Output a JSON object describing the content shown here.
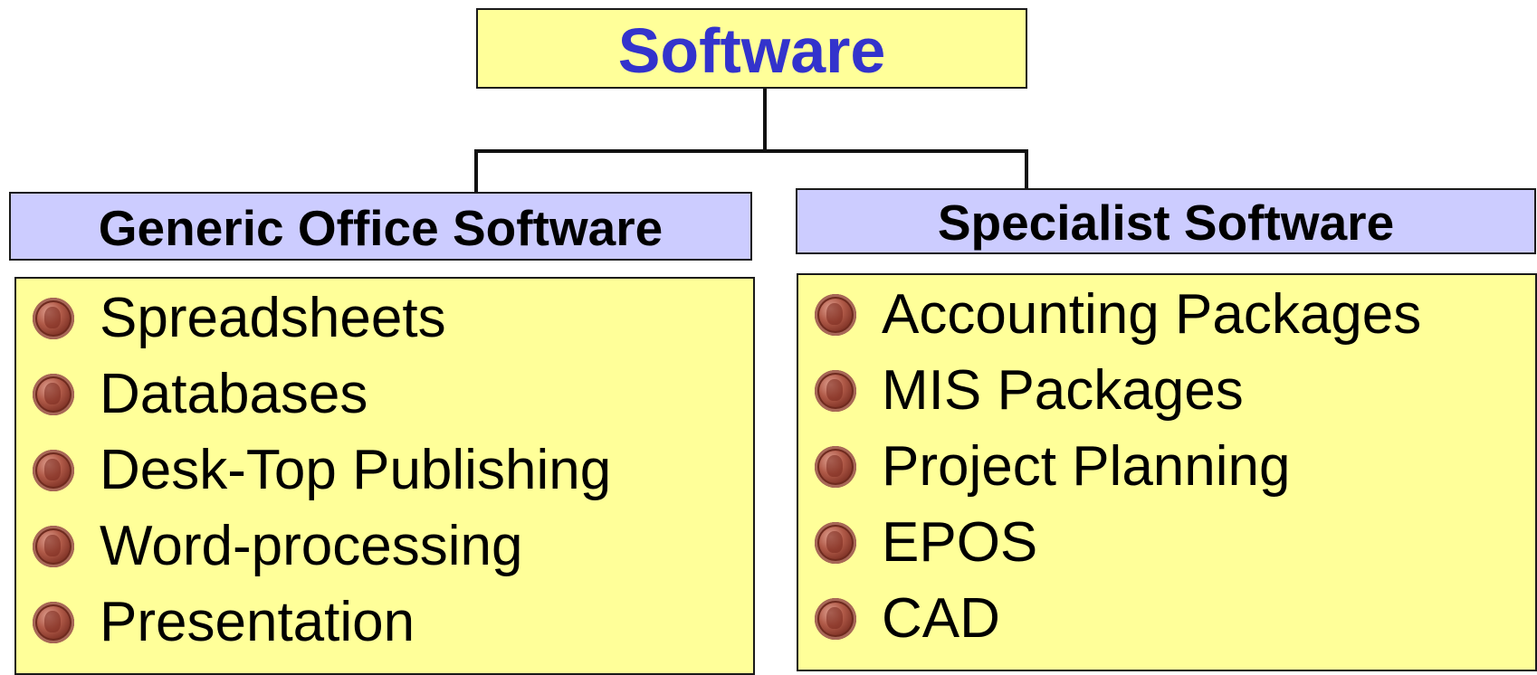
{
  "root": {
    "title": "Software"
  },
  "categories": [
    {
      "title": "Generic Office Software",
      "items": [
        "Spreadsheets",
        "Databases",
        "Desk-Top Publishing",
        "Word-processing",
        "Presentation"
      ]
    },
    {
      "title": "Specialist Software",
      "items": [
        "Accounting Packages",
        "MIS Packages",
        "Project Planning",
        "EPOS",
        "CAD"
      ]
    }
  ],
  "colors": {
    "root_fill": "#ffff99",
    "root_text": "#3333cc",
    "category_fill": "#ccccff",
    "list_fill": "#ffff99",
    "line": "#1a1a1a"
  },
  "icons": {
    "bullet": "coin-bullet-icon"
  }
}
